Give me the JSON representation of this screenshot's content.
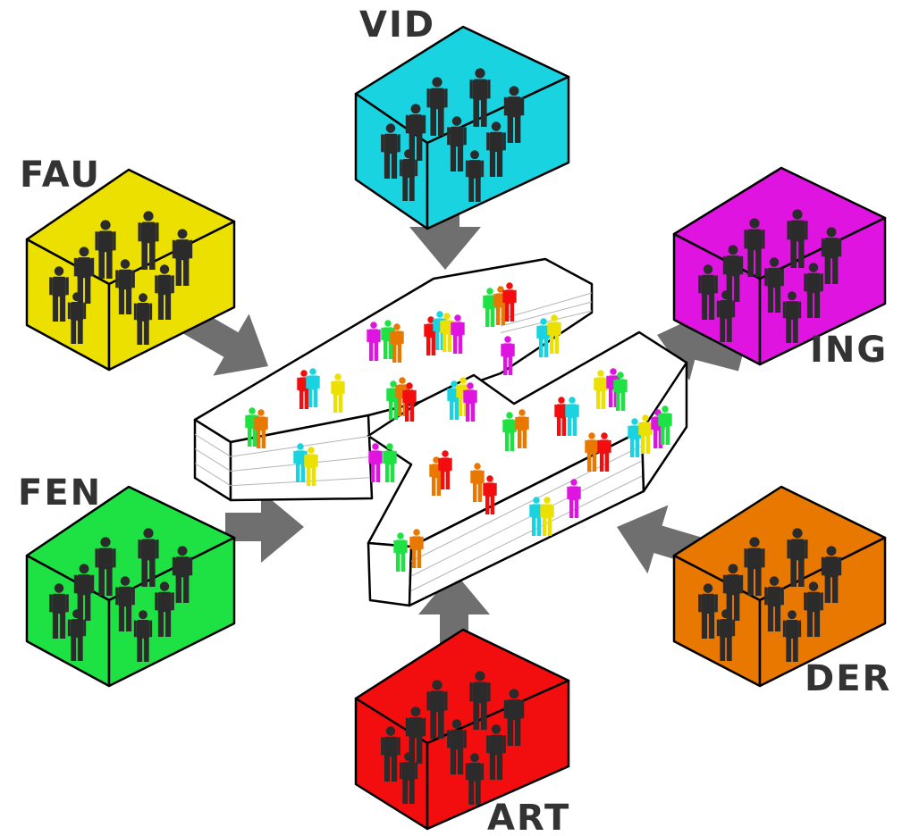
{
  "departments": [
    {
      "id": "vid",
      "label": "VID",
      "color": "#19d4e0"
    },
    {
      "id": "fau",
      "label": "FAU",
      "color": "#ece000"
    },
    {
      "id": "ing",
      "label": "ING",
      "color": "#e014e0"
    },
    {
      "id": "fen",
      "label": "FEN",
      "color": "#1ee244"
    },
    {
      "id": "der",
      "label": "DER",
      "color": "#e87800"
    },
    {
      "id": "art",
      "label": "ART",
      "color": "#f20e0e"
    }
  ],
  "colors": {
    "arrow": "#6f6f6f",
    "figure": "#2b2b2b",
    "outline": "#000000",
    "building_fill": "#ffffff",
    "building_lines": "#b5b5b5",
    "label_text": "#333333"
  },
  "icons": {
    "person": "person-icon",
    "arrow": "arrow-icon",
    "building": "building-icon"
  }
}
